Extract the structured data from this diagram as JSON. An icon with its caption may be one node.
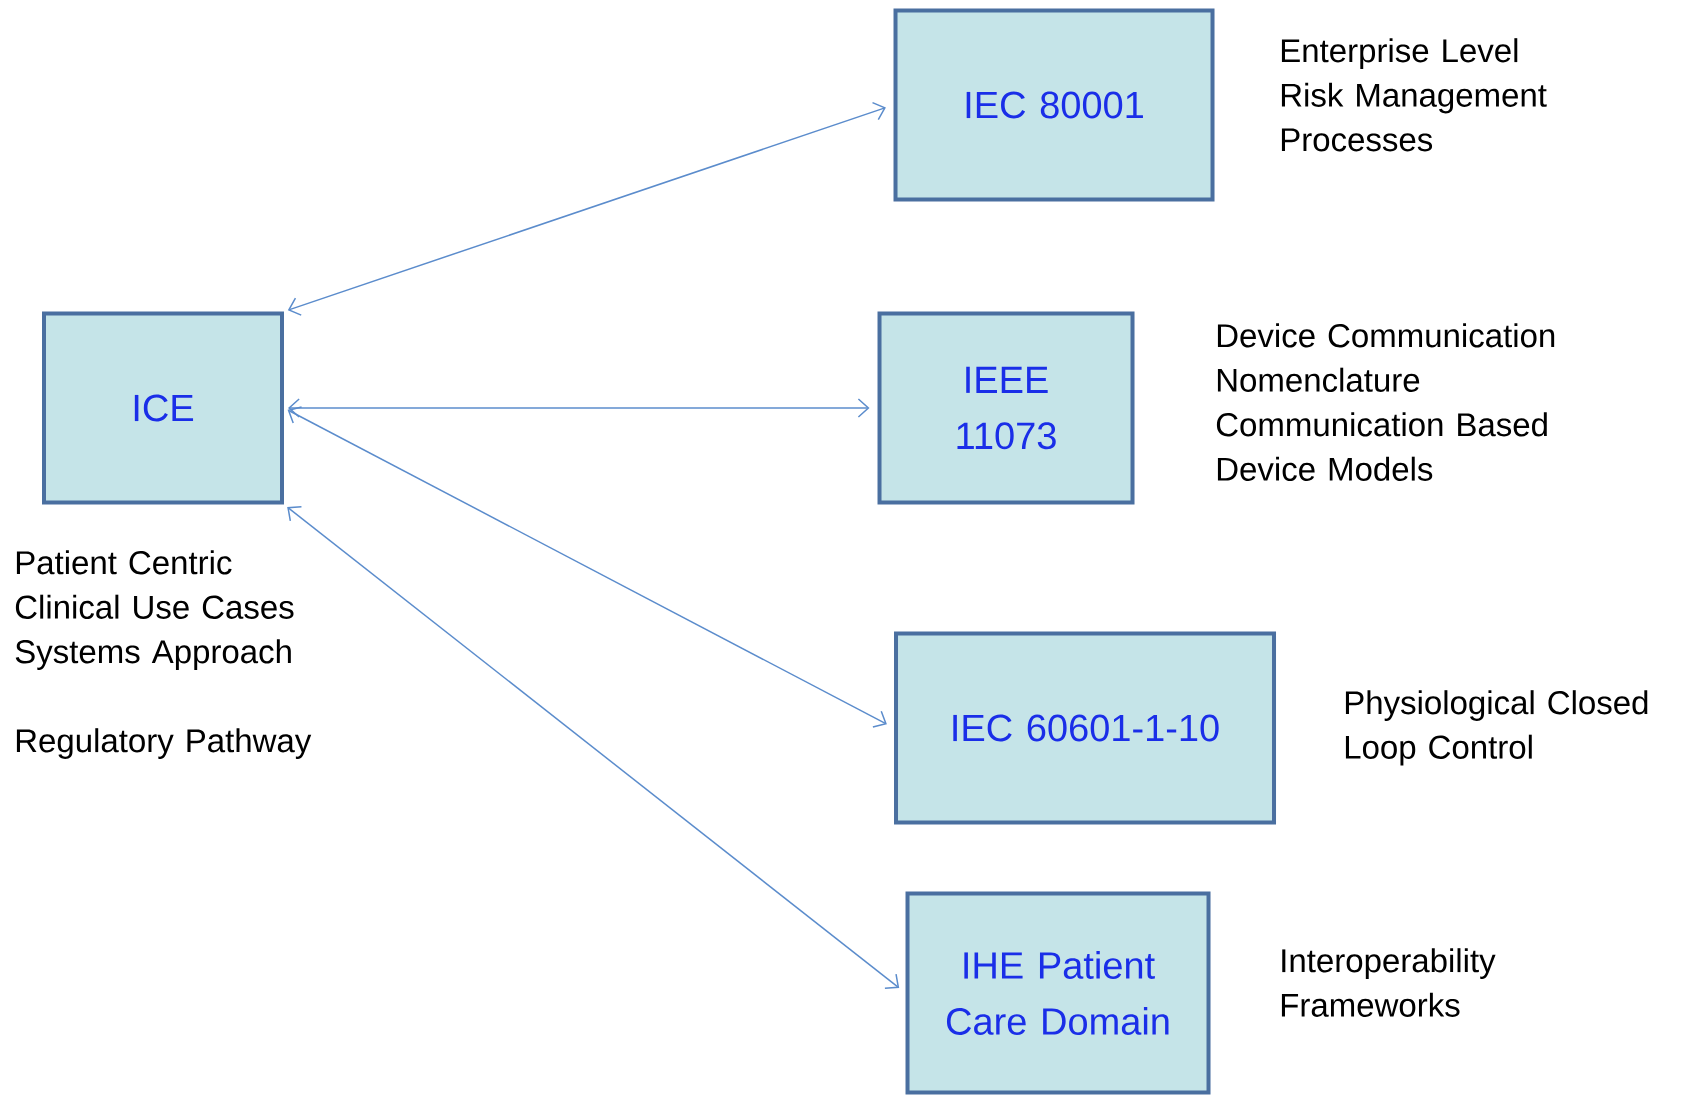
{
  "diagram": {
    "nodes": [
      {
        "text": [
          "ICE"
        ],
        "beside": [
          "Patient Centric",
          "Clinical Use Cases",
          "Systems Approach",
          "Regulatory Pathway"
        ]
      },
      {
        "text": [
          "IEC 80001"
        ],
        "beside": [
          "Enterprise Level Risk Management Processes"
        ]
      },
      {
        "text": [
          "IEEE 11073"
        ],
        "beside": [
          "Device Communication",
          "Nomenclature",
          "Communication Based Device Models"
        ]
      },
      {
        "text": [
          "IEC 60601-1-10"
        ],
        "beside": [
          "Physiological Closed Loop Control"
        ]
      },
      {
        "text": [
          "IHE Patient Care Domain"
        ],
        "beside": [
          "Interoperability Frameworks"
        ]
      }
    ],
    "edges": [
      {
        "from": 0,
        "to": 1,
        "arrow": "both"
      },
      {
        "from": 0,
        "to": 2,
        "arrow": "both"
      },
      {
        "from": 0,
        "to": 3,
        "arrow": "both"
      },
      {
        "from": 0,
        "to": 4,
        "arrow": "both"
      }
    ]
  }
}
